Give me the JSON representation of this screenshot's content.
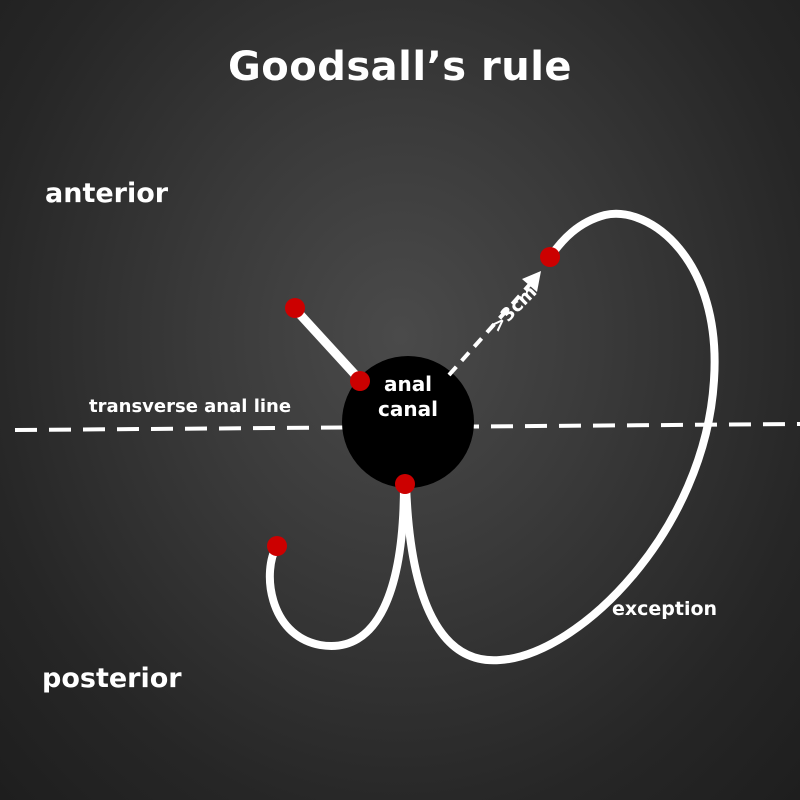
{
  "title": "Goodsall’s rule",
  "labels": {
    "anterior": "anterior",
    "posterior": "posterior",
    "transverse_line": "transverse anal line",
    "anal_canal_line1": "anal",
    "anal_canal_line2": "canal",
    "distance": ">3cm",
    "exception": "exception"
  },
  "colors": {
    "background": "#2e2e2e",
    "line": "#ffffff",
    "canal": "#000000",
    "opening": "#cc0000"
  }
}
